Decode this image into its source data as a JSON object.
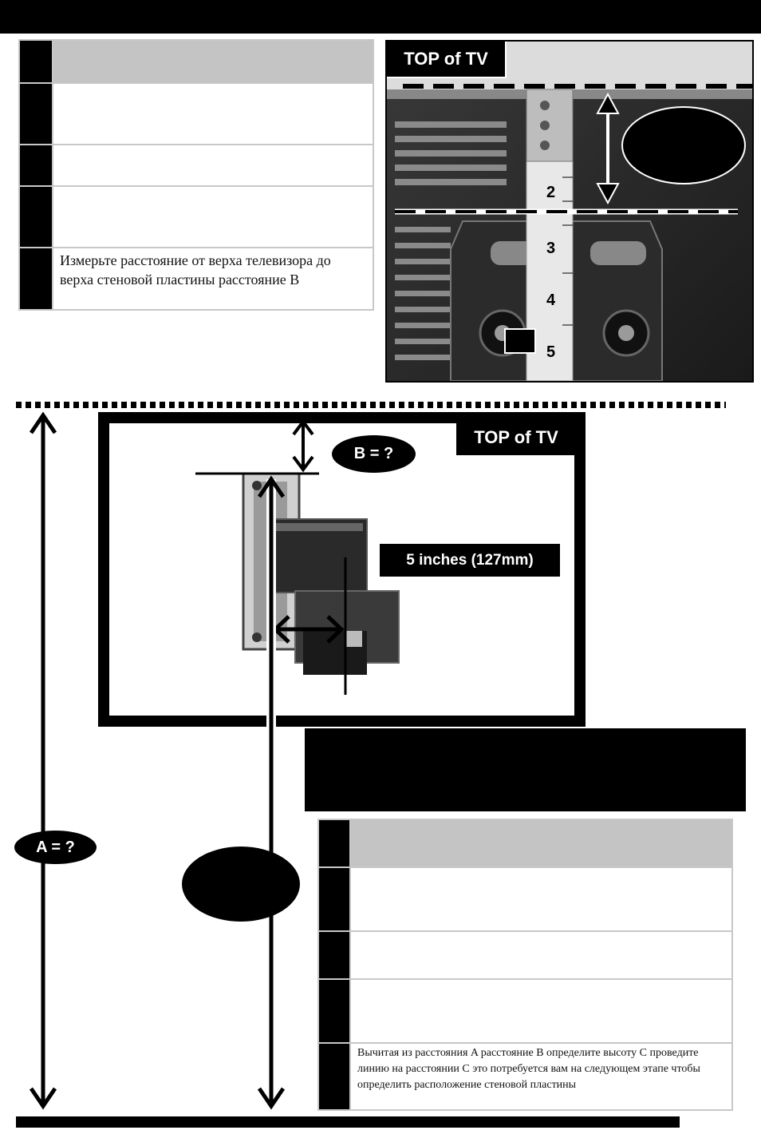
{
  "step_table_1": {
    "rows": [
      {
        "text": ""
      },
      {
        "text": ""
      },
      {
        "text": ""
      },
      {
        "text": ""
      },
      {
        "text": "Измерьте расстояние от верха телевизора до верха стеновой пластины  расстояние B"
      }
    ]
  },
  "photo": {
    "label": "TOP of TV"
  },
  "diagram": {
    "label_top": "TOP of TV",
    "label_b": "B = ?",
    "label_dim": "5 inches (127mm)",
    "label_a": "A = ?"
  },
  "step_table_2": {
    "rows": [
      {
        "text": ""
      },
      {
        "text": ""
      },
      {
        "text": ""
      },
      {
        "text": ""
      },
      {
        "text": "Вычитая из расстояния A расстояние B  определите высоту C  проведите линию на расстоянии C  это потребуется вам на следующем этапе  чтобы определить расположение стеновой пластины"
      }
    ]
  }
}
